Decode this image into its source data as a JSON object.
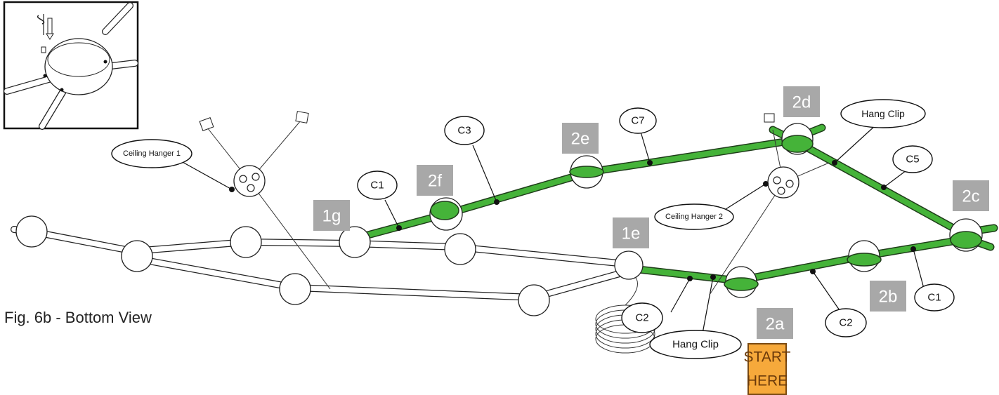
{
  "figure": {
    "caption": "Fig. 6b - Bottom View"
  },
  "start_button": {
    "line1": "START",
    "line2": "HERE",
    "color": "#f6a93b",
    "border": "#7a4a12"
  },
  "colors": {
    "highlight_tube": "#45b339",
    "label_box": "#a8a8a8"
  },
  "oval_labels": {
    "ceiling_hanger_1": "Ceiling Hanger 1",
    "ceiling_hanger_2": "Ceiling Hanger 2",
    "hang_clip_top": "Hang Clip",
    "hang_clip_bottom": "Hang Clip",
    "c1_left": "C1",
    "c3": "C3",
    "c7": "C7",
    "c5": "C5",
    "c1_right": "C1",
    "c2_right": "C2",
    "c2_coil": "C2"
  },
  "box_labels": {
    "1g": "1g",
    "2f": "2f",
    "2e": "2e",
    "2d": "2d",
    "2c": "2c",
    "2b": "2b",
    "2a": "2a",
    "1e": "1e"
  }
}
